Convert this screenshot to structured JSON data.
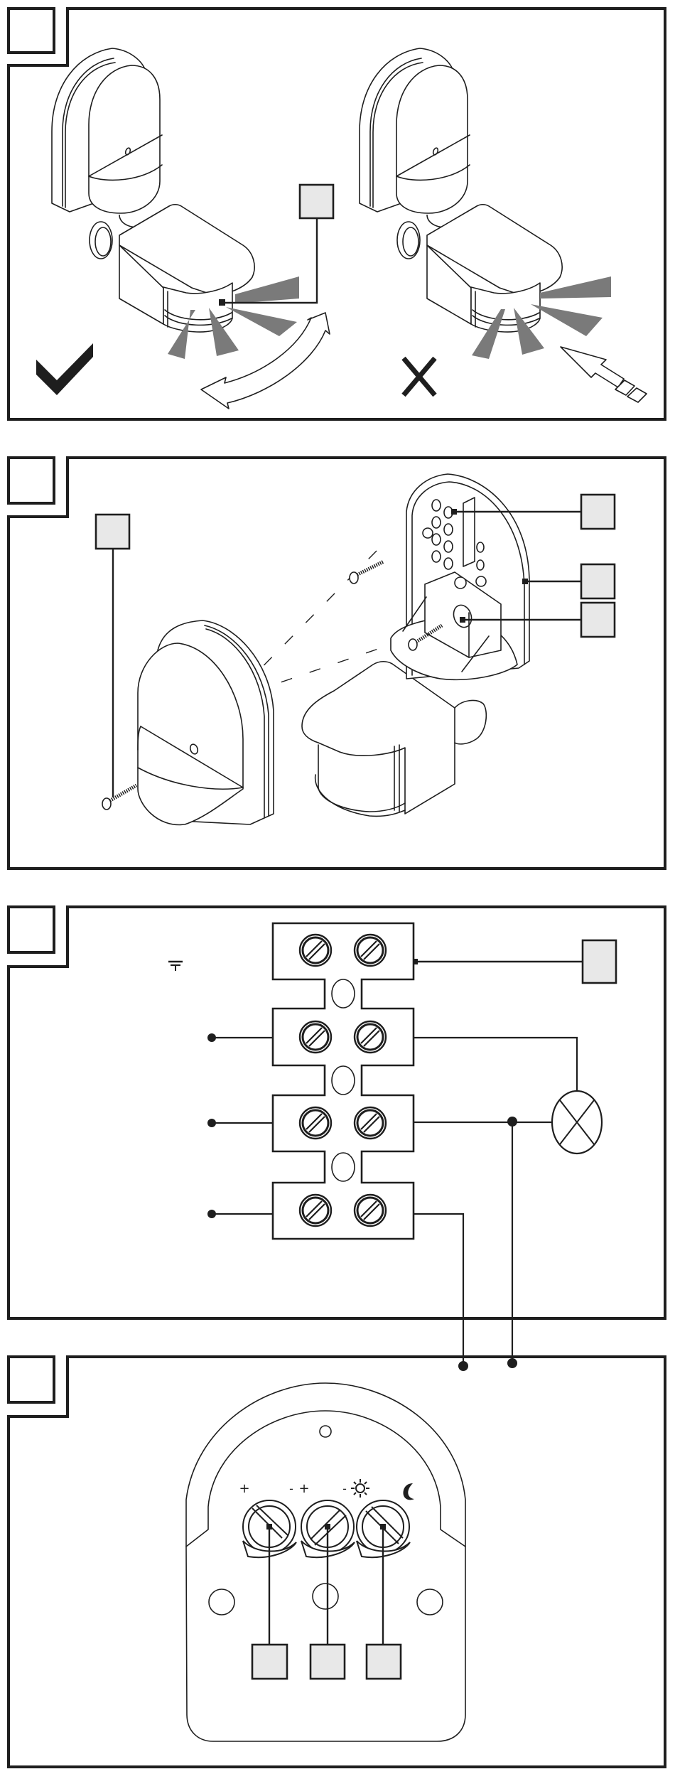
{
  "document": {
    "type": "installation-instructions-figures",
    "colors": {
      "line": "#1e1e1e",
      "label_box_fill": "#e8e8e8",
      "detection_ray": "#7a7a7a",
      "background": "#ffffff"
    },
    "panels": [
      {
        "id": "figure-1",
        "step_number": "",
        "subject": "Sensor orientation: correct vs incorrect",
        "marks": {
          "correct": "check-icon",
          "incorrect": "X"
        },
        "callouts": [
          {
            "label": ""
          }
        ]
      },
      {
        "id": "figure-2",
        "step_number": "",
        "subject": "Exploded view: cover, sensor head, wall mount with terminals and screws",
        "callouts": [
          {
            "label": ""
          },
          {
            "label": ""
          },
          {
            "label": ""
          },
          {
            "label": ""
          }
        ]
      },
      {
        "id": "figure-3",
        "step_number": "",
        "subject": "Wiring diagram: 4-way terminal block with lamp",
        "symbols": {
          "ground": "ground-icon",
          "load": "lamp-icon"
        },
        "callouts": [
          {
            "label": ""
          }
        ]
      },
      {
        "id": "figure-4",
        "step_number": "",
        "subject": "Adjustment dials on underside",
        "dial_labels": [
          {
            "minus": "",
            "plus": "+"
          },
          {
            "minus": "-",
            "plus": "+"
          },
          {
            "minus": "-",
            "plus": "☼"
          }
        ],
        "night_symbol": "☾",
        "callouts": [
          {
            "label": ""
          },
          {
            "label": ""
          },
          {
            "label": ""
          }
        ]
      }
    ]
  }
}
